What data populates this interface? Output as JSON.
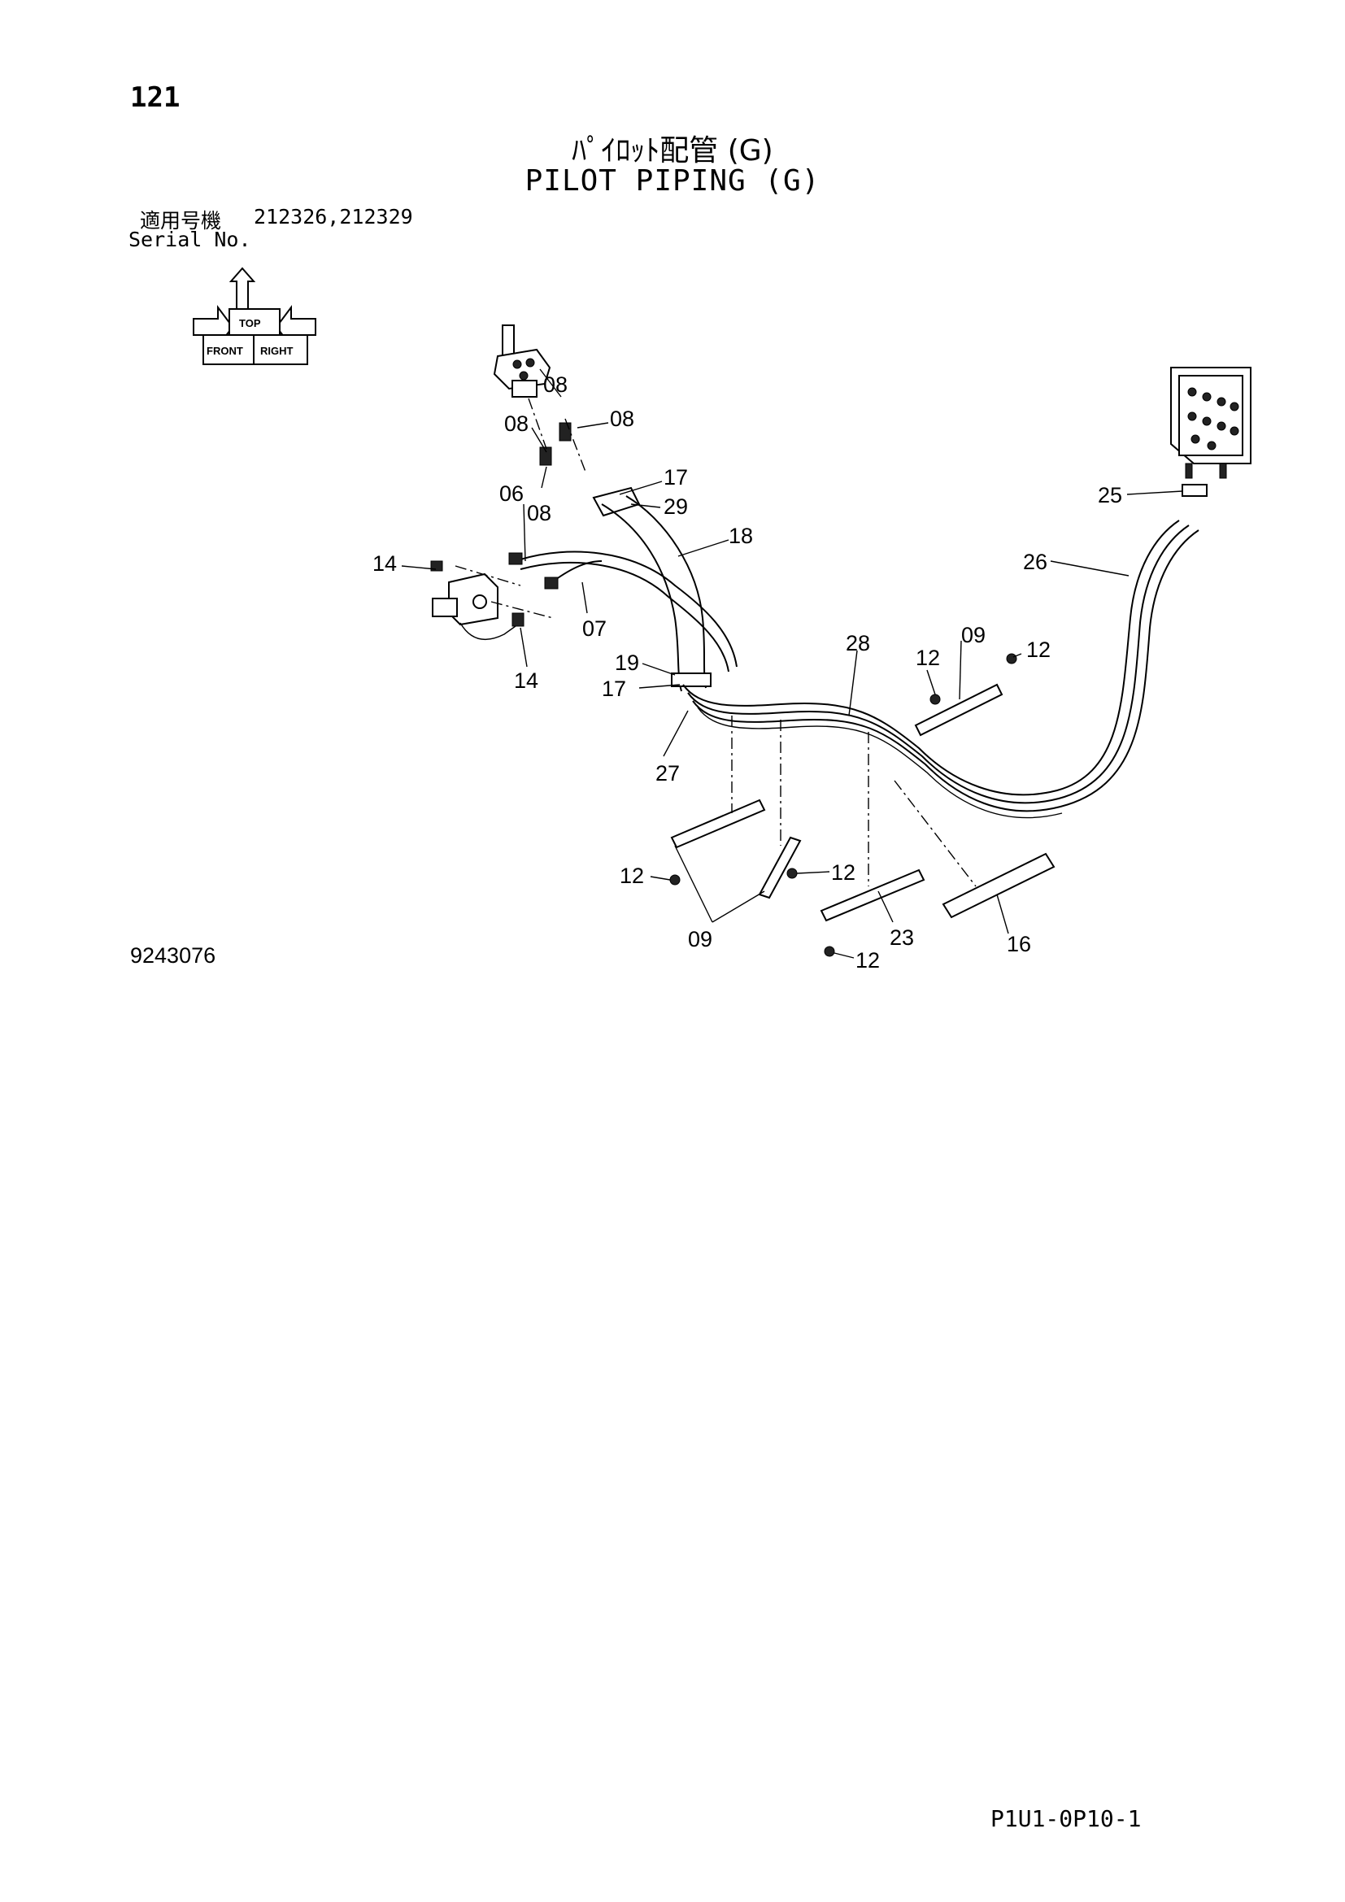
{
  "header": {
    "page_number": "121",
    "title_jp": "ﾊﾟｲﾛｯﾄ配管 (G)",
    "title_en": "PILOT PIPING (G)",
    "serial_label_jp": "適用号機",
    "serial_values": "212326,212329",
    "serial_label_en": "Serial No."
  },
  "orientation_icon": {
    "labels": [
      "FRONT",
      "RIGHT",
      "TOP"
    ]
  },
  "callouts": {
    "c08a": "08",
    "c08b": "08",
    "c08c": "08",
    "c08d": "08",
    "c06": "06",
    "c17a": "17",
    "c29": "29",
    "c18": "18",
    "c14a": "14",
    "c07": "07",
    "c14b": "14",
    "c19": "19",
    "c17b": "17",
    "c27": "27",
    "c28": "28",
    "c12a": "12",
    "c09a": "09",
    "c12b": "12",
    "c25": "25",
    "c26": "26",
    "c12c": "12",
    "c12d": "12",
    "c09b": "09",
    "c23": "23",
    "c12e": "12",
    "c16": "16"
  },
  "footer": {
    "drawing_number": "9243076",
    "page_code": "P1U1-0P10-1"
  }
}
